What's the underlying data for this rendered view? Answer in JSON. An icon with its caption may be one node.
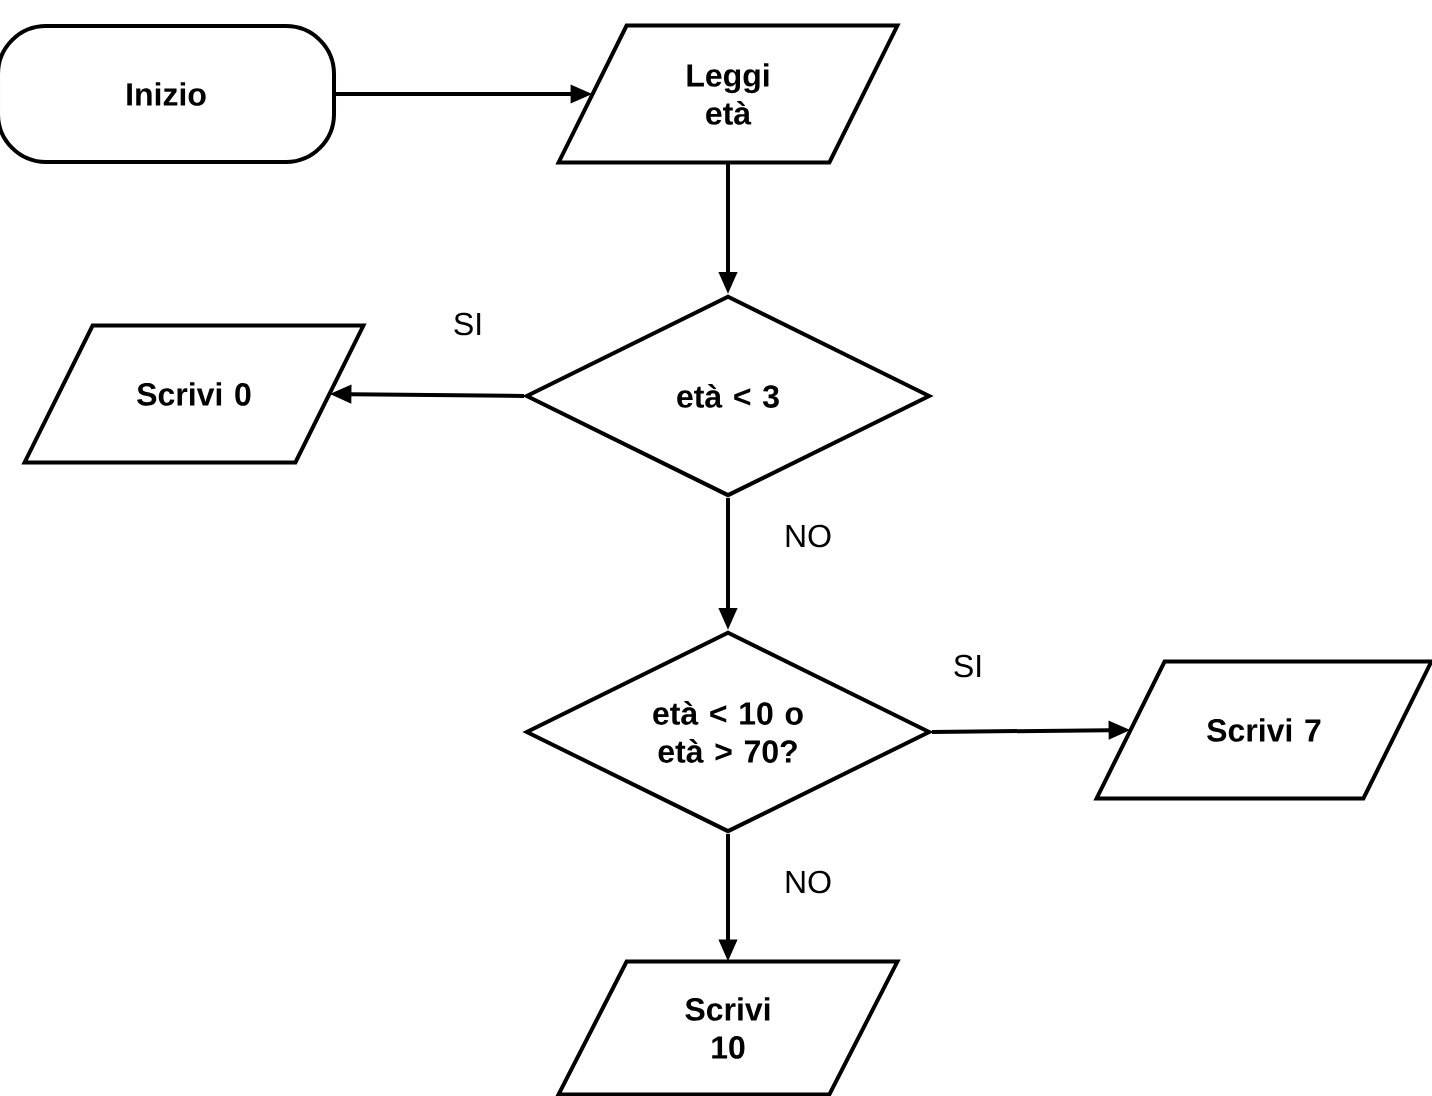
{
  "diagram": {
    "nodes": [
      {
        "text": [
          "Inizio"
        ]
      },
      {
        "text": [
          "Leggi età"
        ]
      },
      {
        "text": [
          "età < 3"
        ]
      },
      {
        "text": [
          "Scrivi 0"
        ]
      },
      {
        "text": [
          "età < 10 o età > 70?"
        ]
      },
      {
        "text": [
          "Scrivi 7"
        ]
      },
      {
        "text": [
          "Scrivi 10"
        ]
      }
    ],
    "edges": [
      {
        "from": 0,
        "to": 1,
        "arrow": "to"
      },
      {
        "from": 1,
        "to": 2,
        "arrow": "to"
      },
      {
        "from": 2,
        "to": 3,
        "arrow": "to",
        "label": "SI"
      },
      {
        "from": 2,
        "to": 4,
        "arrow": "to",
        "label": "NO"
      },
      {
        "from": 4,
        "to": 5,
        "arrow": "to",
        "label": "SI"
      },
      {
        "from": 4,
        "to": 6,
        "arrow": "to",
        "label": "NO"
      }
    ]
  }
}
